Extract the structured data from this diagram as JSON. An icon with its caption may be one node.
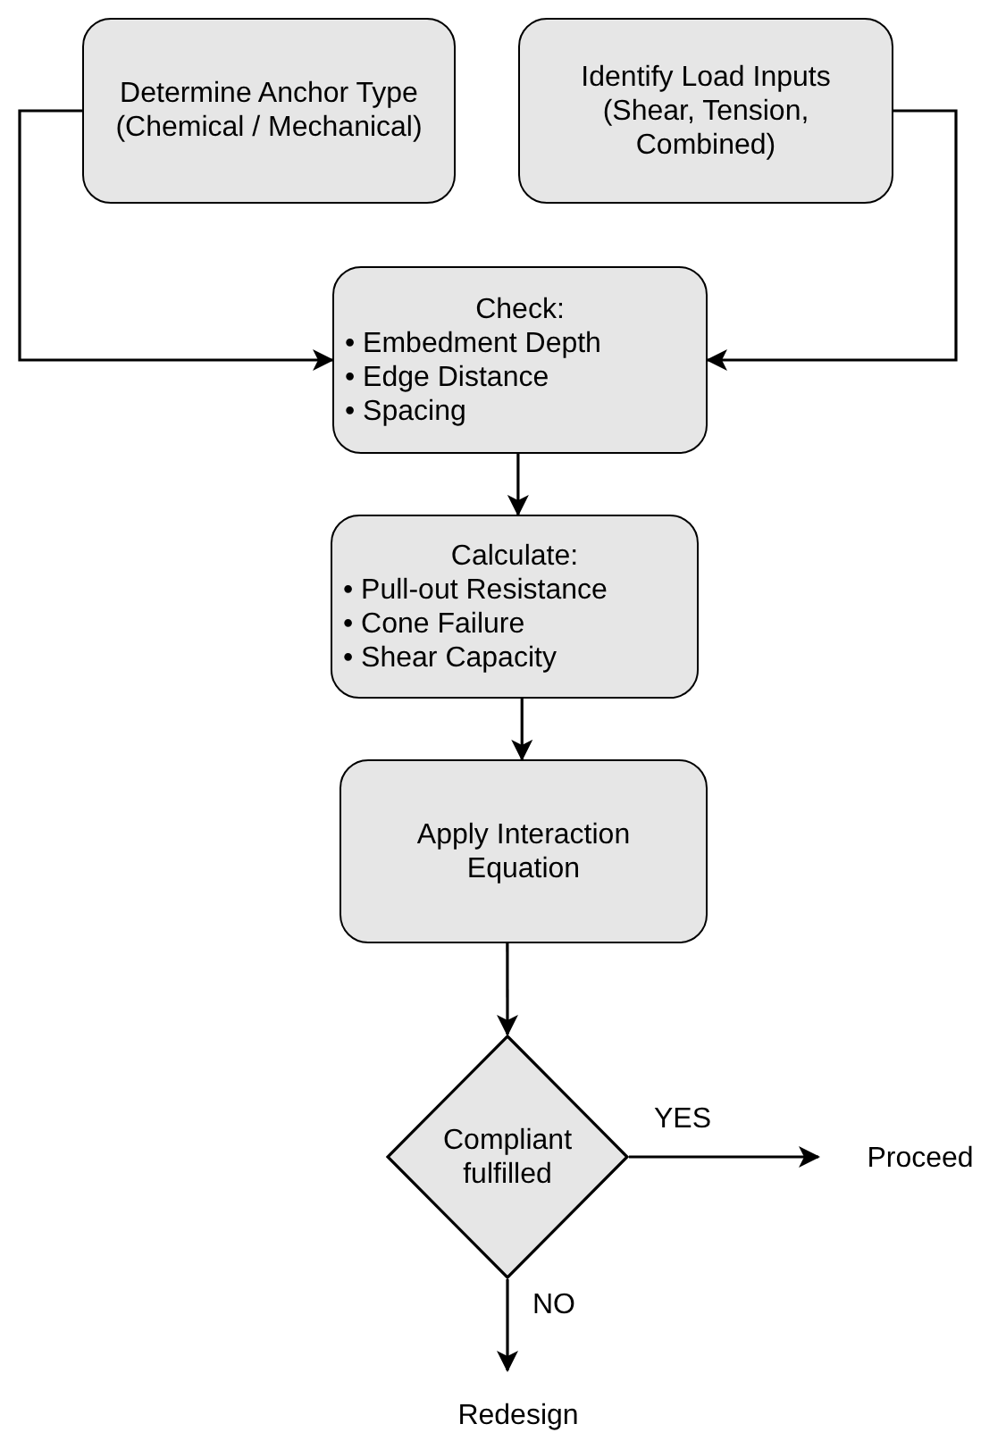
{
  "diagram": {
    "nodes": [
      {
        "text": [
          "Determine Anchor Type (Chemical / Mechanical)"
        ]
      },
      {
        "text": [
          "Identify Load Inputs (Shear, Tension, Combined)"
        ]
      },
      {
        "text": [
          "Check:",
          "• Embedment Depth",
          "• Edge Distance",
          "• Spacing"
        ]
      },
      {
        "text": [
          "Calculate:",
          "• Pull-out Resistance",
          "• Cone Failure",
          "• Shear Capacity"
        ]
      },
      {
        "text": [
          "Apply Interaction Equation"
        ]
      },
      {
        "text": [
          "Compliant fulfilled"
        ]
      },
      {
        "text": [
          "Proceed"
        ]
      },
      {
        "text": [
          "Redesign"
        ]
      }
    ],
    "edges": [
      {
        "from": 0,
        "to": 2,
        "arrow": "to"
      },
      {
        "from": 1,
        "to": 2,
        "arrow": "to"
      },
      {
        "from": 2,
        "to": 3,
        "arrow": "to"
      },
      {
        "from": 3,
        "to": 4,
        "arrow": "to"
      },
      {
        "from": 4,
        "to": 5,
        "arrow": "to"
      },
      {
        "from": 5,
        "to": 6,
        "arrow": "to",
        "label": "YES"
      },
      {
        "from": 5,
        "to": 7,
        "arrow": "to",
        "label": "NO"
      }
    ]
  }
}
